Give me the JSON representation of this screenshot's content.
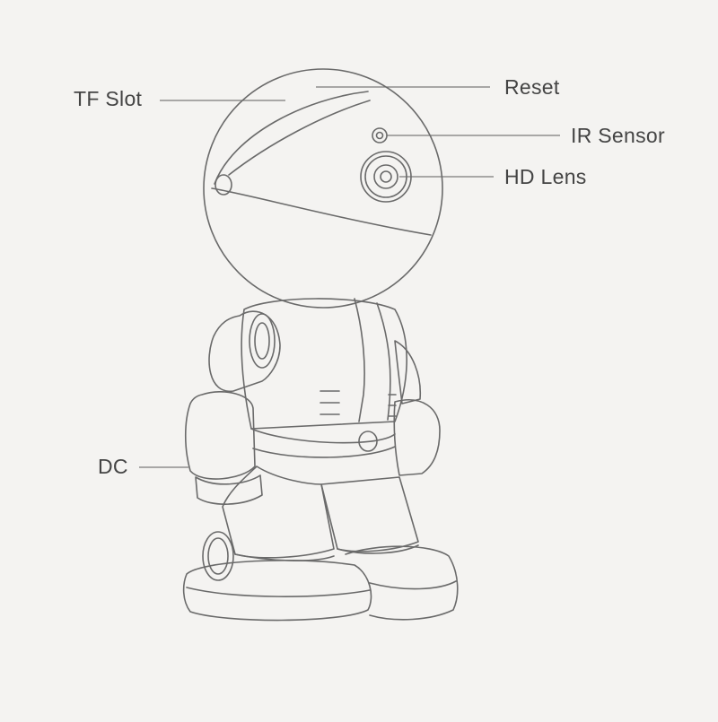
{
  "labels": {
    "tf_slot": "TF Slot",
    "reset": "Reset",
    "ir_sensor": "IR Sensor",
    "hd_lens": "HD Lens",
    "dc": "DC"
  },
  "colors": {
    "background": "#f4f3f1",
    "line": "#6a6a6a",
    "text": "#444444"
  }
}
